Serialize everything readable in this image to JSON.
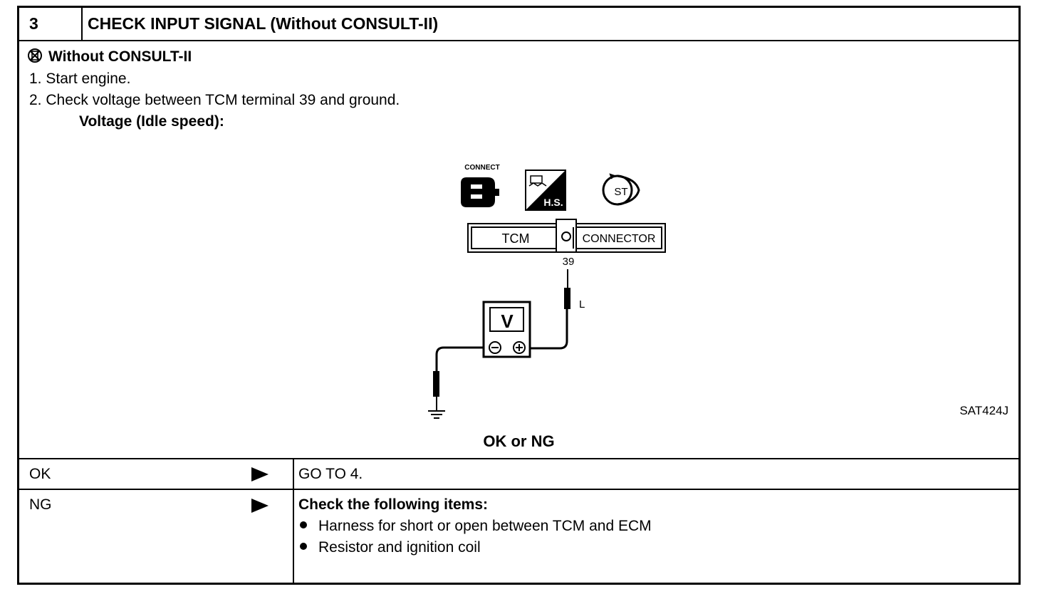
{
  "header": {
    "number": "3",
    "title": "CHECK INPUT SIGNAL (Without CONSULT-II)"
  },
  "body": {
    "mode_heading": "Without CONSULT-II",
    "steps": [
      "1.  Start engine.",
      "2.  Check voltage between TCM terminal 39 and ground."
    ],
    "spec_label": "Voltage (Idle speed):"
  },
  "diagram": {
    "connect_label": "CONNECT",
    "hs_label": "H.S.",
    "key_label": "ST",
    "tcm_label": "TCM",
    "connector_label": "CONNECTOR",
    "terminal": "39",
    "wire_color": "L",
    "meter_label": "V",
    "figure_code": "SAT424J"
  },
  "result_prompt": "OK or NG",
  "results": [
    {
      "status": "OK",
      "action": "GO TO 4."
    },
    {
      "status": "NG",
      "action_heading": "Check the following items:",
      "items": [
        "Harness for short or open between TCM and ECM",
        "Resistor and ignition coil"
      ]
    }
  ]
}
